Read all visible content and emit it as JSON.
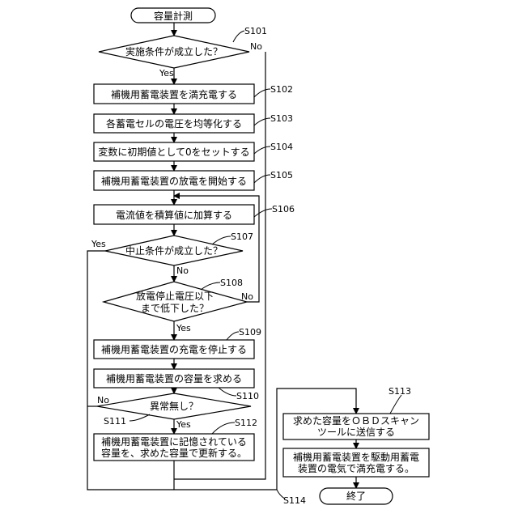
{
  "terminals": {
    "start": "容量計測",
    "end": "終了"
  },
  "steps": {
    "S101": "実施条件が成立した？",
    "S102": "補機用蓄電装置を満充電する",
    "S103": "各蓄電セルの電圧を均等化する",
    "S104": "変数に初期値として0をセットする",
    "S105": "補機用蓄電装置の放電を開始する",
    "S106": "電流値を積算値に加算する",
    "S107": "中止条件が成立した？",
    "S108_line1": "放電停止電圧以下",
    "S108_line2": "まで低下した？",
    "S109": "補機用蓄電装置の充電を停止する",
    "S110": "補機用蓄電装置の容量を求める",
    "S111": "異常無し？",
    "S112_line1": "補機用蓄電装置に記憶されている",
    "S112_line2": "容量を、求めた容量で更新する。",
    "S113_line1": "求めた容量をＯＢＤスキャン",
    "S113_line2": "ツールに送信する",
    "S114_line1": "補機用蓄電装置を駆動用蓄電",
    "S114_line2": "装置の電気で満充電する。"
  },
  "step_ids": {
    "S101": "S101",
    "S102": "S102",
    "S103": "S103",
    "S104": "S104",
    "S105": "S105",
    "S106": "S106",
    "S107": "S107",
    "S108": "S108",
    "S109": "S109",
    "S110": "S110",
    "S111": "S111",
    "S112": "S112",
    "S113": "S113",
    "S114": "S114"
  },
  "branch_labels": {
    "yes": "Yes",
    "no": "No"
  }
}
